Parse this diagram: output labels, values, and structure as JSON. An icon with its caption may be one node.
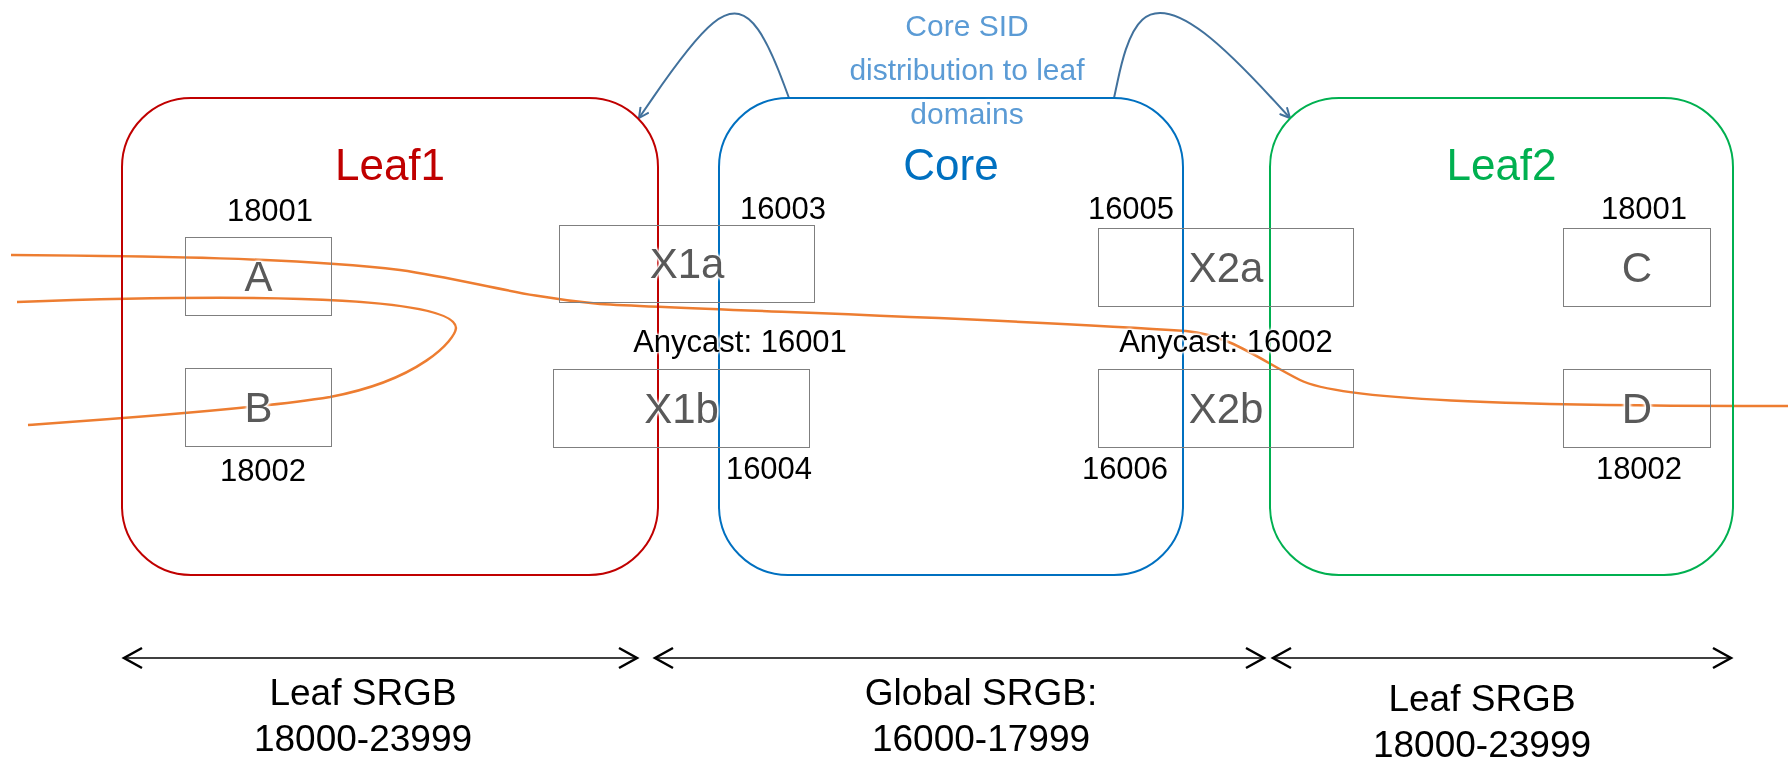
{
  "diagram": {
    "nodes": [
      {
        "text": [
          "Leaf1"
        ]
      },
      {
        "text": [
          "Core"
        ]
      },
      {
        "text": [
          "Leaf2"
        ]
      },
      {
        "text": [
          "A"
        ],
        "in": 0,
        "beside": [
          "18001"
        ]
      },
      {
        "text": [
          "B"
        ],
        "in": 0,
        "beside": [
          "18002"
        ]
      },
      {
        "text": [
          "X1a"
        ],
        "beside": [
          "16003"
        ]
      },
      {
        "text": [
          "X1b"
        ],
        "beside": [
          "16004"
        ]
      },
      {
        "text": [
          "X2a"
        ],
        "beside": [
          "16005"
        ]
      },
      {
        "text": [
          "X2b"
        ],
        "beside": [
          "16006"
        ]
      },
      {
        "text": [
          "C"
        ],
        "in": 2,
        "beside": [
          "18001"
        ]
      },
      {
        "text": [
          "D"
        ],
        "in": 2,
        "beside": [
          "18002"
        ]
      }
    ],
    "edges": [
      {
        "from": 1,
        "to": 0,
        "arrow": "to"
      },
      {
        "from": 1,
        "to": 2,
        "arrow": "to"
      }
    ],
    "labels": [
      "Core SID distribution to leaf domains",
      "Anycast: 16001",
      "Anycast: 16002",
      "Leaf SRGB 18000-23999",
      "Global SRGB: 16000-17999",
      "Leaf SRGB 18000-23999"
    ]
  }
}
